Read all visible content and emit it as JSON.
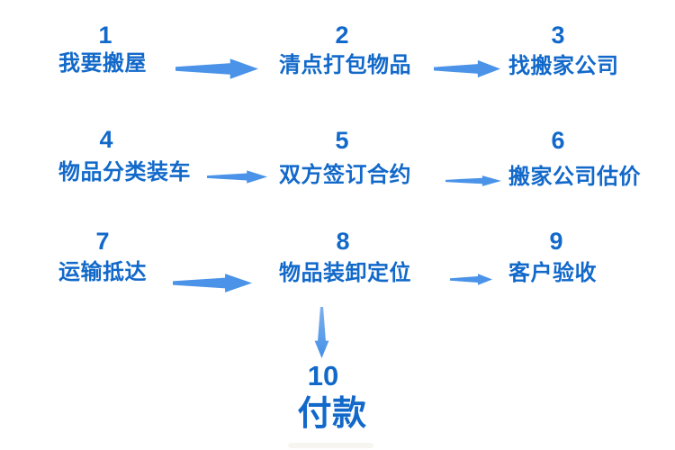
{
  "diagram": {
    "type": "flowchart",
    "topic": "moving-house-process",
    "colors": {
      "background": "#FFFFFF",
      "text": "#1269CA",
      "arrow": "#4A93E8"
    },
    "steps": [
      {
        "number": "1",
        "label": "我要搬屋"
      },
      {
        "number": "2",
        "label": "清点打包物品"
      },
      {
        "number": "3",
        "label": "找搬家公司"
      },
      {
        "number": "4",
        "label": "物品分类装车"
      },
      {
        "number": "5",
        "label": "双方签订合约"
      },
      {
        "number": "6",
        "label": "搬家公司估价"
      },
      {
        "number": "7",
        "label": "运输抵达"
      },
      {
        "number": "8",
        "label": "物品装卸定位"
      },
      {
        "number": "9",
        "label": "客户验收"
      },
      {
        "number": "10",
        "label": "付款"
      }
    ],
    "connections": [
      {
        "from": "1",
        "to": "2",
        "direction": "right"
      },
      {
        "from": "2",
        "to": "3",
        "direction": "right"
      },
      {
        "from": "4",
        "to": "5",
        "direction": "right"
      },
      {
        "from": "5",
        "to": "6",
        "direction": "right"
      },
      {
        "from": "7",
        "to": "8",
        "direction": "right"
      },
      {
        "from": "8",
        "to": "9",
        "direction": "right"
      },
      {
        "from": "8",
        "to": "10",
        "direction": "down"
      }
    ]
  }
}
